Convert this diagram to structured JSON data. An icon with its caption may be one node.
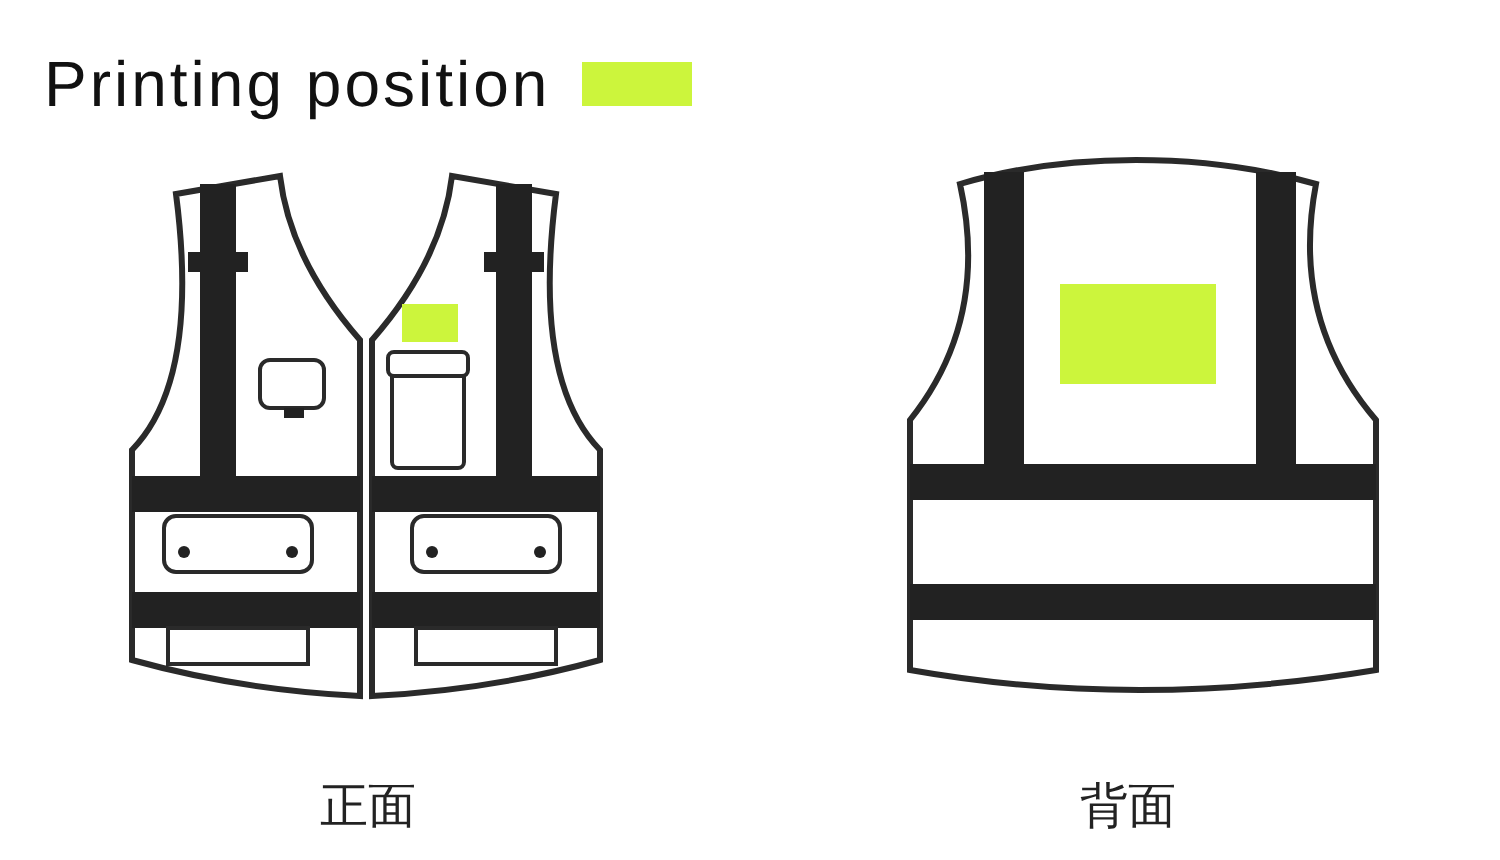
{
  "diagram": {
    "labels": [
      "正面",
      "背面"
    ],
    "legend": [
      {
        "text": "Printing position",
        "color": "#ccf53c"
      }
    ]
  }
}
